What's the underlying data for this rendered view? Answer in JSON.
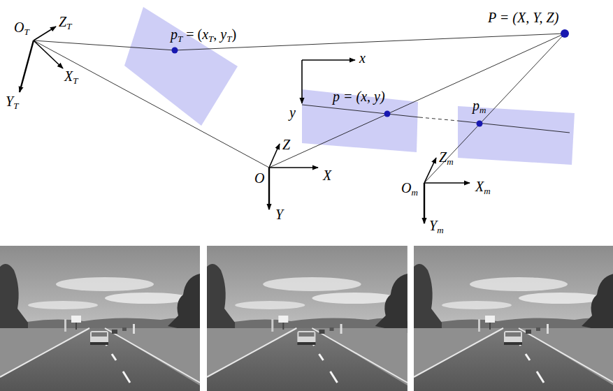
{
  "diagram": {
    "labels": [
      "O",
      "T",
      "Z",
      "T",
      "X",
      "T",
      "Y",
      "T",
      "p",
      "T",
      " = (",
      "x",
      "T",
      ", ",
      "y",
      "T",
      ")",
      "P = (X, Y, Z)",
      "x",
      "y",
      "p = (x, y)",
      "O",
      "Z",
      "X",
      "Y",
      "p",
      "m",
      "Z",
      "m",
      "O",
      "m",
      "X",
      "m",
      "Y",
      "m"
    ]
  }
}
